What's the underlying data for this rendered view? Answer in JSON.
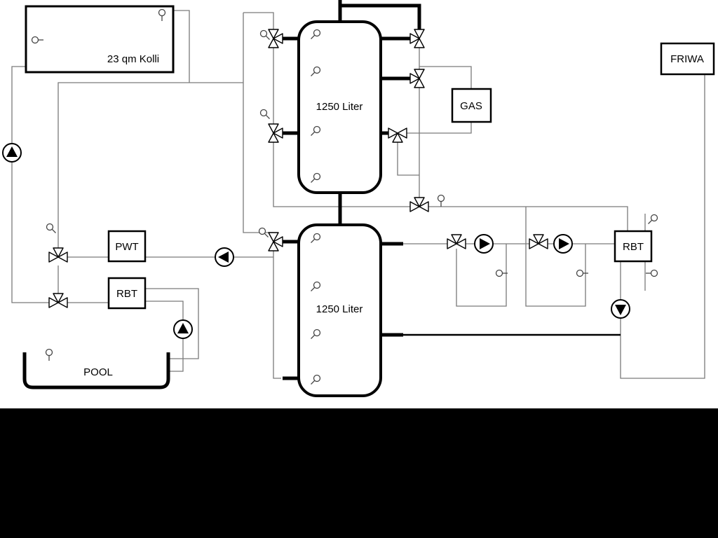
{
  "labels": {
    "collector": "23 qm Kolli",
    "tank_top": "1250 Liter",
    "tank_bottom": "1250 Liter",
    "gas": "GAS",
    "friwa": "FRIWA",
    "pwt": "PWT",
    "rbt_left": "RBT",
    "rbt_right": "RBT",
    "pool": "POOL"
  },
  "colors": {
    "pipe_gray": "#7a7a7a",
    "line_black": "#000000",
    "canvas": "#ffffff",
    "bottom_bar": "#000000"
  },
  "components": {
    "pumps": [
      "solar-pump",
      "pwt-pump",
      "pool-pump",
      "heating-circuit-pump-1",
      "heating-circuit-pump-2",
      "rbt-pump"
    ],
    "valve_count": 11,
    "sensor_count": 20,
    "tank_count": 2
  }
}
